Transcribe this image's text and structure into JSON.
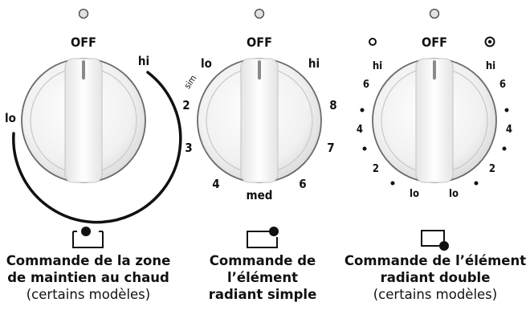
{
  "knobs": [
    {
      "off_label": "OFF",
      "labels": {
        "hi": "hi",
        "lo": "lo"
      },
      "caption": {
        "line1": "Commande de la zone",
        "line2": "de maintien au chaud",
        "note": "(certains modèles)"
      }
    },
    {
      "off_label": "OFF",
      "labels": {
        "lo": "lo",
        "sim": "sim",
        "hi": "hi",
        "n2": "2",
        "n3": "3",
        "n4": "4",
        "med": "med",
        "n6": "6",
        "n7": "7",
        "n8": "8"
      },
      "caption": {
        "line1": "Commande de",
        "line2": "l’élément",
        "line3": "radiant simple"
      }
    },
    {
      "off_label": "OFF",
      "labels": {
        "hi_left": "hi",
        "n6_left": "6",
        "n4_left": "4",
        "n2_left": "2",
        "lo_left": "lo",
        "lo_right": "lo",
        "n2_right": "2",
        "n4_right": "4",
        "n6_right": "6",
        "hi_right": "hi"
      },
      "caption": {
        "line1": "Commande de l’élément",
        "line2": "radiant double",
        "note": "(certains modèles)"
      }
    }
  ]
}
